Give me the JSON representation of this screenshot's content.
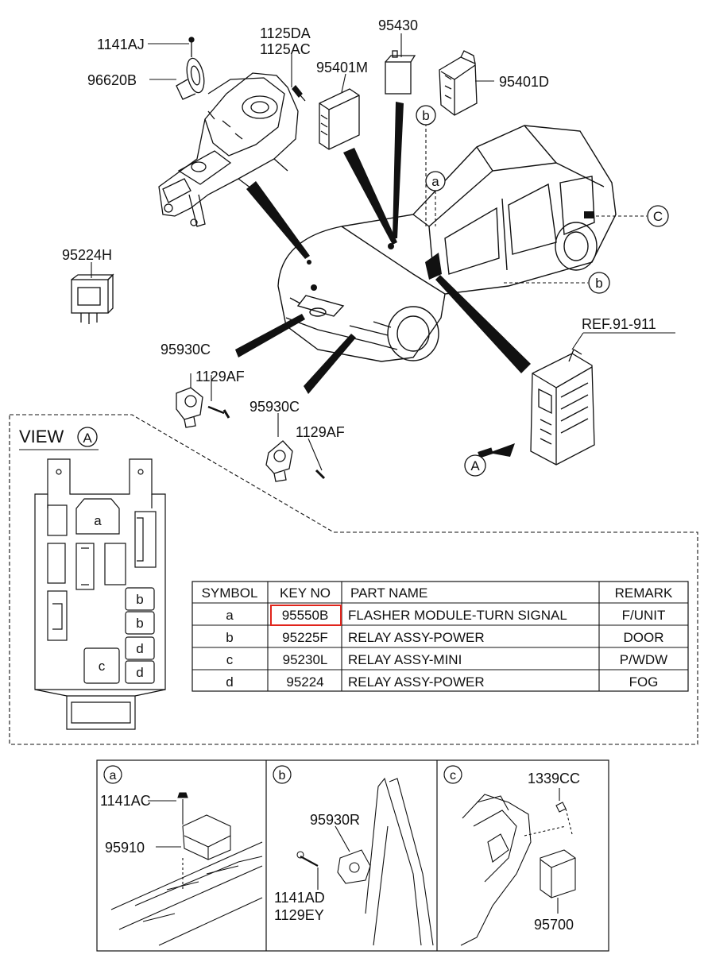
{
  "callouts": {
    "p1141AJ": "1141AJ",
    "p96620B": "96620B",
    "p1125DA": "1125DA",
    "p1125AC": "1125AC",
    "p95430": "95430",
    "p95401M": "95401M",
    "p95401D": "95401D",
    "p95224H": "95224H",
    "p95930C_a": "95930C",
    "p1129AF_a": "1129AF",
    "p95930C_b": "95930C",
    "p1129AF_b": "1129AF",
    "ref": "REF.91-911",
    "circ_b_top": "b",
    "circ_a_top": "a",
    "circ_C": "C",
    "circ_b_right": "b",
    "circ_A": "A"
  },
  "view": {
    "title": "VIEW",
    "letter": "A",
    "slots": {
      "a": "a",
      "b1": "b",
      "b2": "b",
      "c": "c",
      "d1": "d",
      "d2": "d"
    }
  },
  "table": {
    "headers": {
      "symbol": "SYMBOL",
      "key": "KEY NO",
      "part": "PART NAME",
      "remark": "REMARK"
    },
    "rows": [
      {
        "symbol": "a",
        "key": "95550B",
        "part": "FLASHER MODULE-TURN SIGNAL",
        "remark": "F/UNIT"
      },
      {
        "symbol": "b",
        "key": "95225F",
        "part": "RELAY ASSY-POWER",
        "remark": "DOOR"
      },
      {
        "symbol": "c",
        "key": "95230L",
        "part": "RELAY ASSY-MINI",
        "remark": "P/WDW"
      },
      {
        "symbol": "d",
        "key": "95224",
        "part": "RELAY ASSY-POWER",
        "remark": "FOG"
      }
    ],
    "highlight_color": "#e0241b"
  },
  "details": {
    "a": {
      "tag": "a",
      "p1": "1141AC",
      "p2": "95910"
    },
    "b": {
      "tag": "b",
      "p1": "95930R",
      "p2": "1141AD",
      "p3": "1129EY"
    },
    "c": {
      "tag": "c",
      "p1": "1339CC",
      "p2": "95700"
    }
  }
}
